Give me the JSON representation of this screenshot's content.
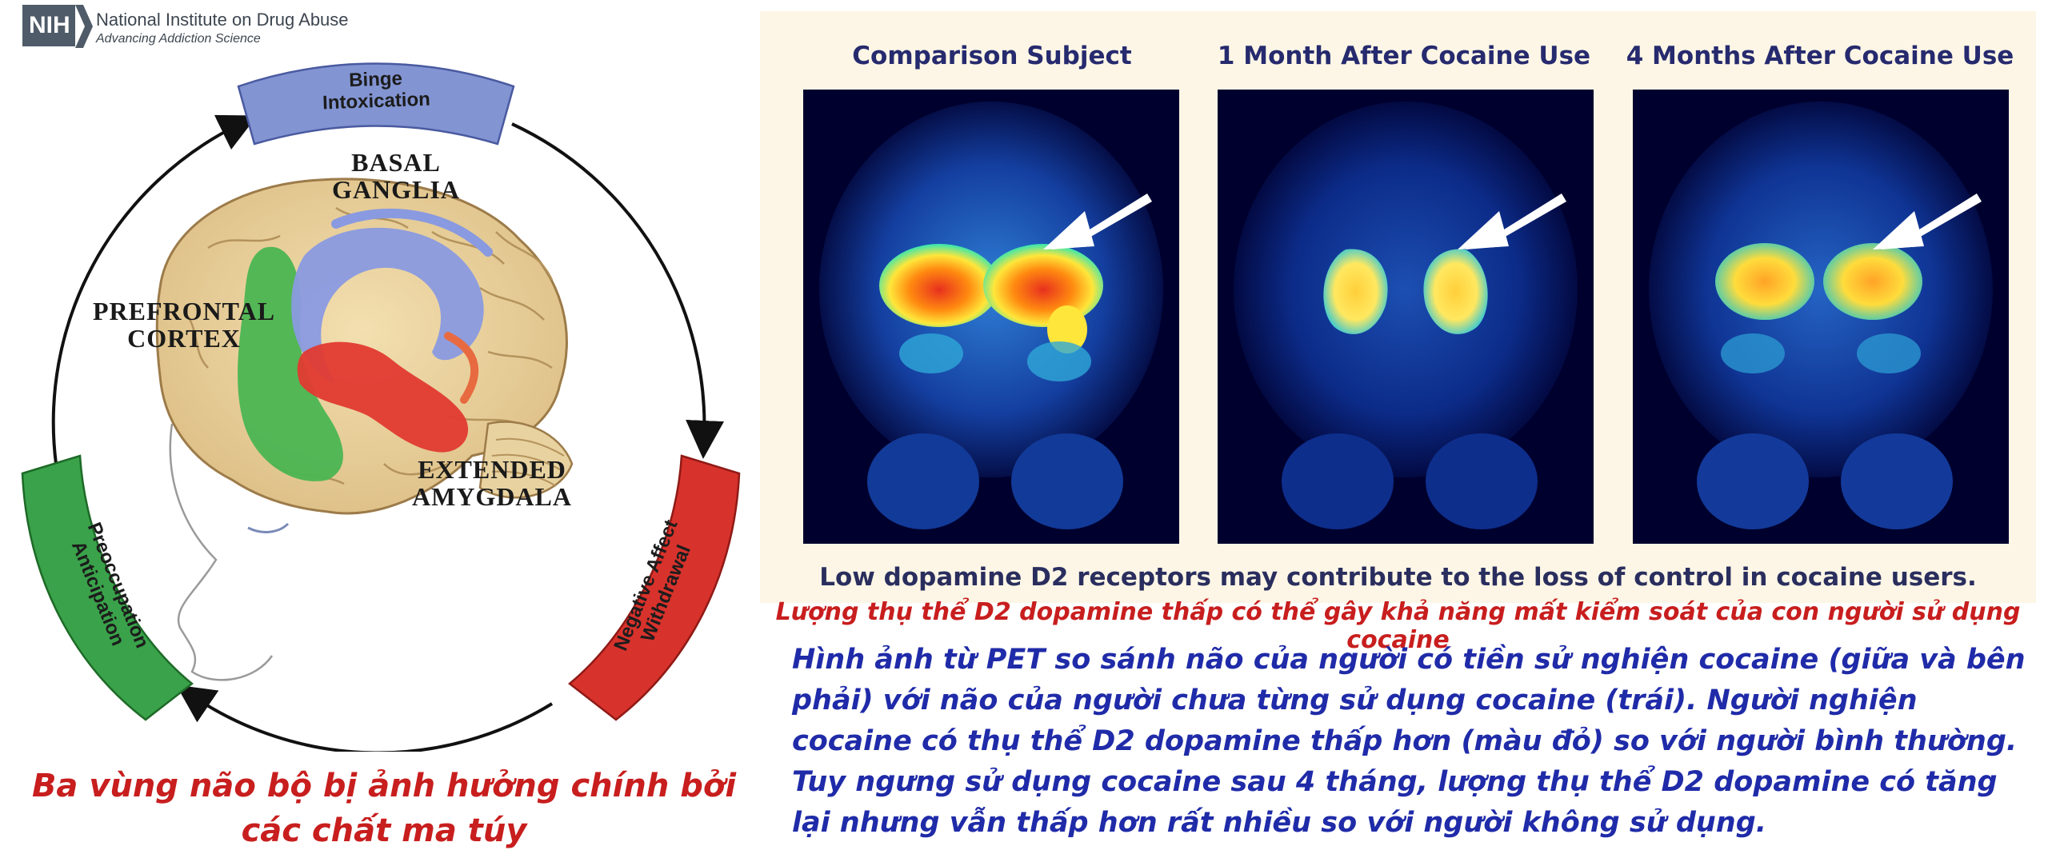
{
  "logo": {
    "abbr": "NIH",
    "name": "National Institute on Drug Abuse",
    "tagline": "Advancing Addiction Science"
  },
  "diagram": {
    "stages": [
      {
        "id": "binge",
        "label": "Binge\nIntoxication",
        "color": "#8294d2"
      },
      {
        "id": "withdrawal",
        "label": "Negative Affect\nWithdrawal",
        "color": "#d8322c"
      },
      {
        "id": "preoccupation",
        "label": "Preoccupation\nAnticipation",
        "color": "#3aa24a"
      }
    ],
    "regions": [
      {
        "id": "basal-ganglia",
        "label": "Basal\nGanglia",
        "color": "#7e8fd6"
      },
      {
        "id": "prefrontal-cortex",
        "label": "Prefrontal\nCortex",
        "color": "#4bb552"
      },
      {
        "id": "extended-amygdala",
        "label": "Extended\nAmygdala",
        "color": "#e23a30"
      }
    ],
    "caption": "Ba vùng não bộ bị ảnh hưởng chính bởi các chất ma túy"
  },
  "pet": {
    "scans": [
      {
        "title": "Comparison Subject",
        "receptor_level": "high"
      },
      {
        "title": "1 Month After Cocaine Use",
        "receptor_level": "low"
      },
      {
        "title": "4 Months After Cocaine Use",
        "receptor_level": "medium"
      }
    ],
    "caption": "Low dopamine D2 receptors may contribute to the loss of control in cocaine users.",
    "caption_vi": "Lượng thụ thể D2 dopamine thấp có thể gây khả năng mất kiểm soát của con người sử dụng cocaine",
    "description": "Hình ảnh từ PET so sánh não của người có tiền sử nghiện cocaine (giữa và bên phải) với não của người chưa từng sử dụng cocaine (trái). Người nghiện cocaine có thụ thể D2 dopamine thấp hơn (màu đỏ) so với người bình thường. Tuy ngưng sử dụng cocaine sau 4 tháng, lượng thụ thể D2 dopamine có tăng lại nhưng vẫn thấp hơn rất nhiều so với người không sử dụng."
  }
}
